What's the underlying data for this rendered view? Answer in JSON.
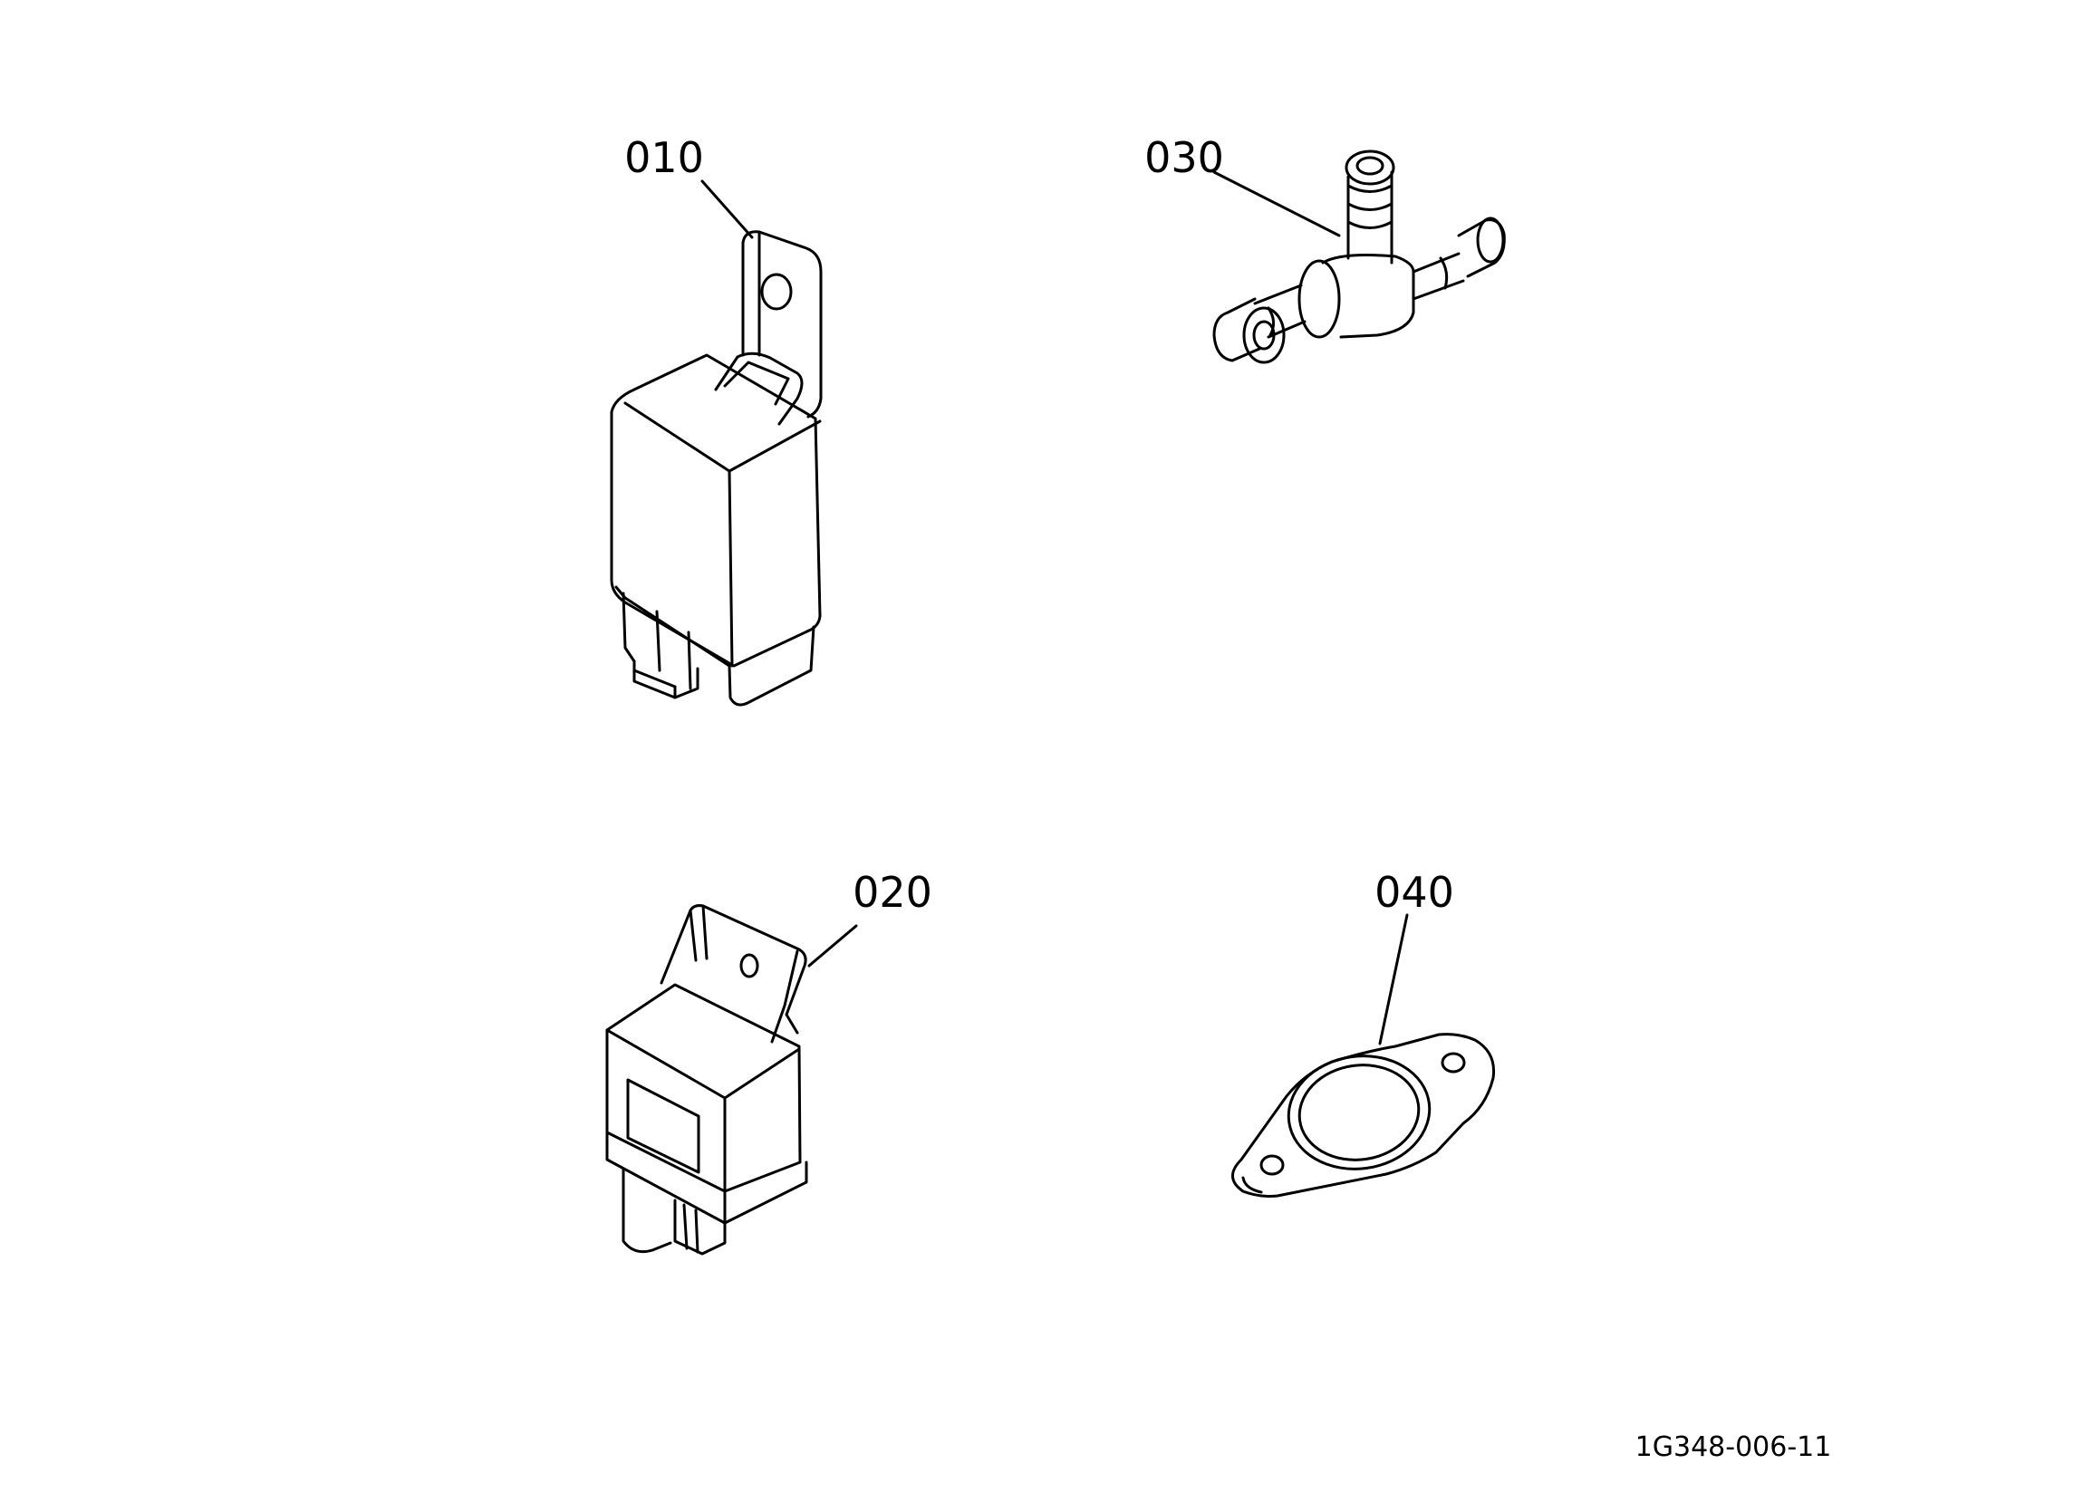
{
  "parts": [
    {
      "id": "part-010",
      "label": "010"
    },
    {
      "id": "part-020",
      "label": "020"
    },
    {
      "id": "part-030",
      "label": "030"
    },
    {
      "id": "part-040",
      "label": "040"
    }
  ],
  "drawing_ref": "1G348-006-11",
  "colors": {
    "line": "#000000",
    "background": "#ffffff"
  }
}
